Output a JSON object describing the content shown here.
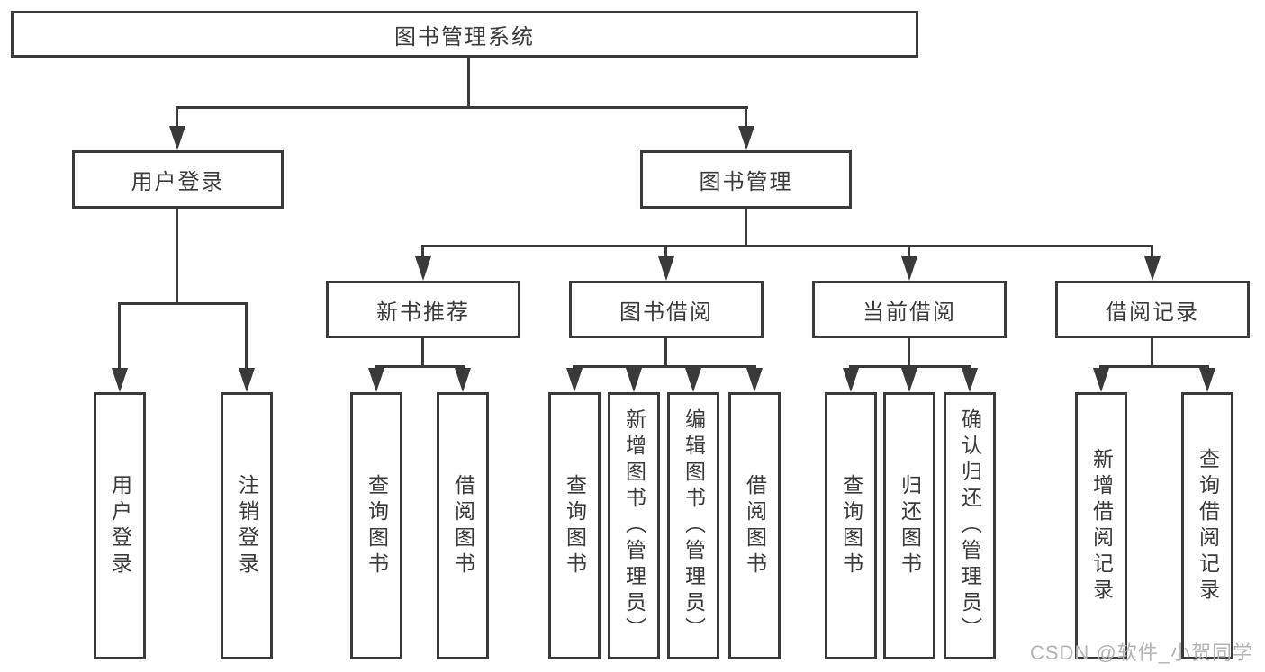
{
  "tree": {
    "root": {
      "label": "图书管理系统"
    },
    "branches": [
      {
        "label": "用户登录",
        "children": [
          {
            "label": "用户登录"
          },
          {
            "label": "注销登录"
          }
        ]
      },
      {
        "label": "图书管理",
        "children": [
          {
            "label": "新书推荐",
            "children": [
              {
                "label": "查询图书"
              },
              {
                "label": "借阅图书"
              }
            ]
          },
          {
            "label": "图书借阅",
            "children": [
              {
                "label": "查询图书"
              },
              {
                "label": "新增图书（管理员）"
              },
              {
                "label": "编辑图书（管理员）"
              },
              {
                "label": "借阅图书"
              }
            ]
          },
          {
            "label": "当前借阅",
            "children": [
              {
                "label": "查询图书"
              },
              {
                "label": "归还图书"
              },
              {
                "label": "确认归还（管理员）"
              }
            ]
          },
          {
            "label": "借阅记录",
            "children": [
              {
                "label": "新增借阅记录"
              },
              {
                "label": "查询借阅记录"
              }
            ]
          }
        ]
      }
    ]
  },
  "watermark": {
    "text": "CSDN @软件_小贺同学"
  },
  "colors": {
    "line": "#3a3a3a",
    "text": "#3a3a3a",
    "watermark": "#b3b3b3",
    "background": "#ffffff"
  }
}
